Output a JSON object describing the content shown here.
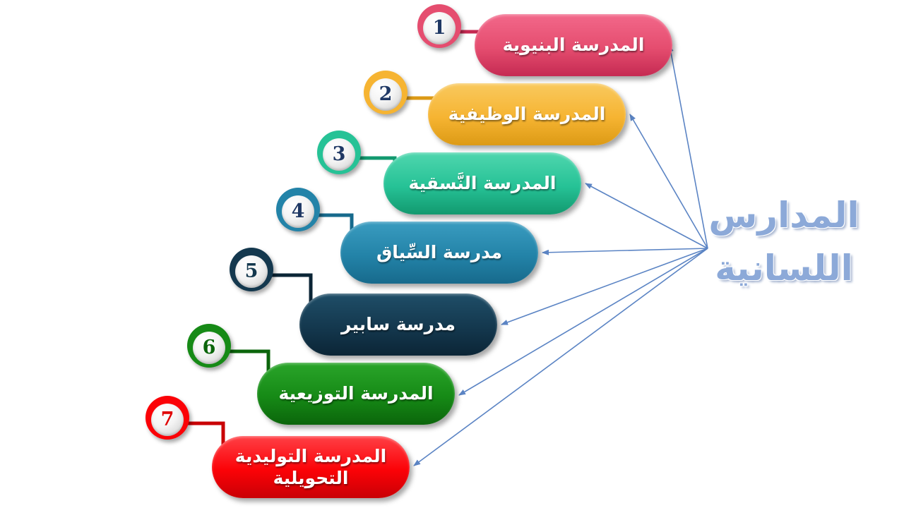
{
  "title": {
    "line1": "المدارس",
    "line2": "اللسانية"
  },
  "colors": {
    "title": "#8ca9d8",
    "arrow": "#5b84c4",
    "background": "#ffffff"
  },
  "items": [
    {
      "number": "1",
      "label": "المدرسة البنيوية",
      "colors": {
        "base": "#e54d6f",
        "light": "#f2688a",
        "dark": "#c52a52",
        "number": "#1f3864"
      }
    },
    {
      "number": "2",
      "label": "المدرسة الوظيفية",
      "colors": {
        "base": "#f6b432",
        "light": "#f9c95e",
        "dark": "#dc9a15",
        "number": "#1f3864"
      }
    },
    {
      "number": "3",
      "label": "المدرسة النَّسقية",
      "colors": {
        "base": "#26c296",
        "light": "#4fd6ae",
        "dark": "#12996f",
        "number": "#1f3864"
      }
    },
    {
      "number": "4",
      "label": "مدرسة السِّياق",
      "colors": {
        "base": "#2383a8",
        "light": "#3a9cc0",
        "dark": "#176a8c",
        "number": "#1f3864"
      }
    },
    {
      "number": "5",
      "label": "مدرسة سابير",
      "colors": {
        "base": "#14384e",
        "light": "#1f4e68",
        "dark": "#0b2536",
        "number": "#14384e"
      }
    },
    {
      "number": "6",
      "label": "المدرسة التوزيعية",
      "colors": {
        "base": "#168a16",
        "light": "#2aa52a",
        "dark": "#0b650b",
        "number": "#0b650b"
      }
    },
    {
      "number": "7",
      "label": "المدرسة التوليدية التحويلية",
      "colors": {
        "base": "#fb0207",
        "light": "#ff4046",
        "dark": "#c90005",
        "number": "#e00000"
      }
    }
  ]
}
